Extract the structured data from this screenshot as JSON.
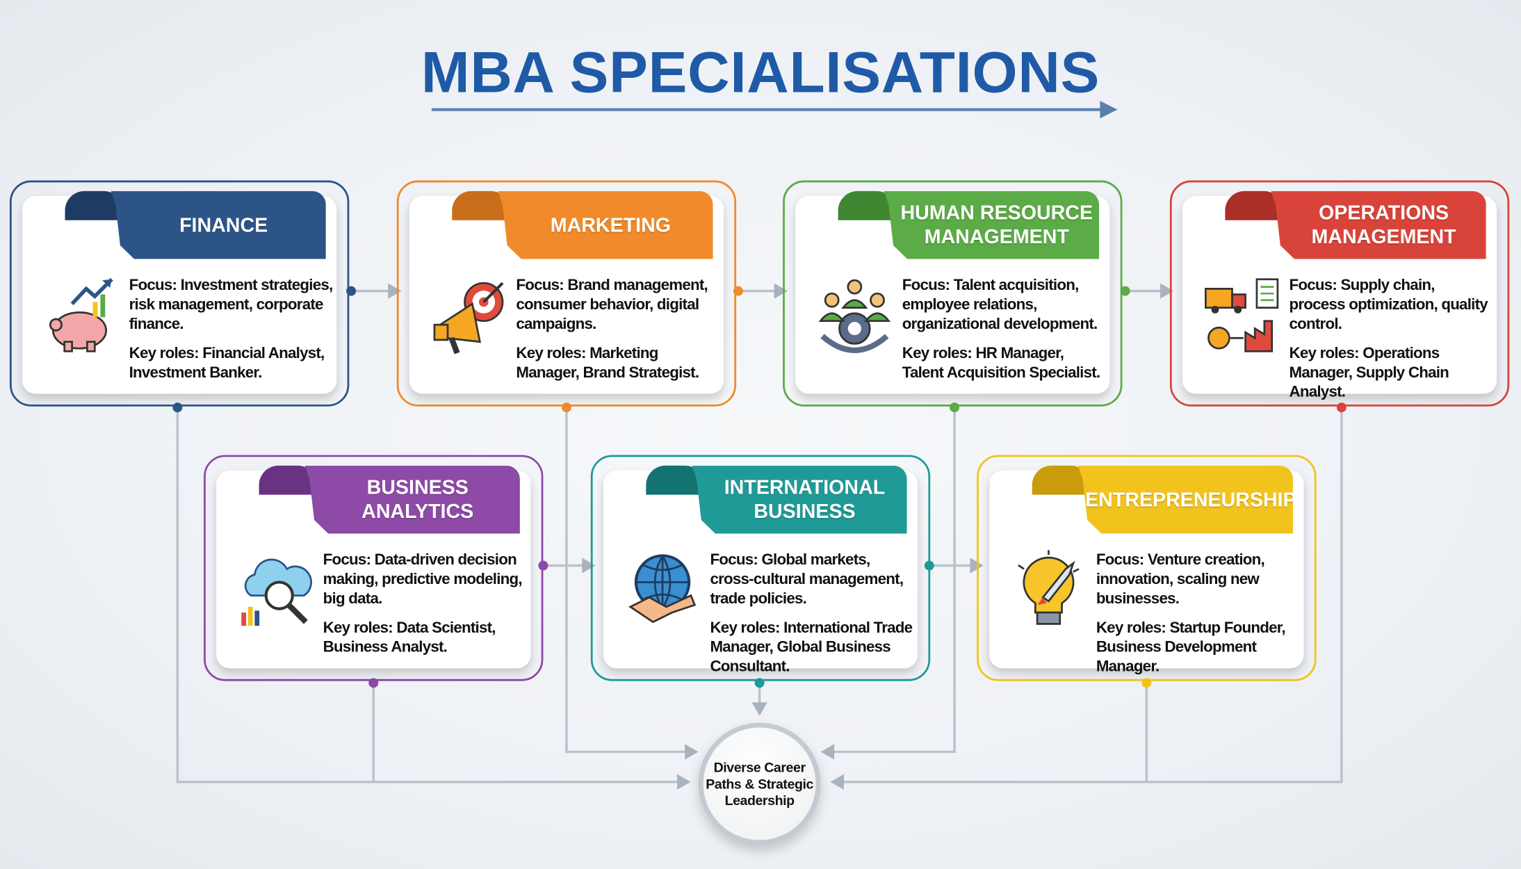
{
  "title": "MBA SPECIALISATIONS",
  "colors": {
    "title": "#1f5aa6",
    "connector": "#b9c2cc"
  },
  "cards": [
    {
      "id": "finance",
      "title": "FINANCE",
      "color": "#2c5487",
      "dark": "#1e3c63",
      "icon": "piggy-bank-chart-icon",
      "focus": "Focus: Investment strategies, risk management, corporate finance.",
      "roles": "Key roles: Financial Analyst, Investment Banker."
    },
    {
      "id": "marketing",
      "title": "MARKETING",
      "color": "#f08a2a",
      "dark": "#c86d1a",
      "icon": "megaphone-target-icon",
      "focus": "Focus: Brand management, consumer behavior, digital campaigns.",
      "roles": "Key roles: Marketing Manager, Brand Strategist."
    },
    {
      "id": "hr",
      "title": "HUMAN RESOURCE MANAGEMENT",
      "color": "#5bab47",
      "dark": "#3f8631",
      "icon": "people-gear-icon",
      "focus": "Focus: Talent acquisition, employee relations, organizational development.",
      "roles": "Key roles: HR Manager, Talent Acquisition Specialist."
    },
    {
      "id": "operations",
      "title": "OPERATIONS MANAGEMENT",
      "color": "#d9443a",
      "dark": "#a92f27",
      "icon": "supply-chain-icon",
      "focus": "Focus: Supply chain, process optimization, quality control.",
      "roles": "Key roles: Operations Manager, Supply Chain Analyst."
    },
    {
      "id": "analytics",
      "title": "BUSINESS ANALYTICS",
      "color": "#8d4aa6",
      "dark": "#6a3282",
      "icon": "cloud-analytics-icon",
      "focus": "Focus: Data-driven decision making, predictive modeling, big data.",
      "roles": "Key roles: Data Scientist, Business Analyst."
    },
    {
      "id": "international",
      "title": "INTERNATIONAL BUSINESS",
      "color": "#1f9a97",
      "dark": "#137372",
      "icon": "globe-handshake-icon",
      "focus": "Focus: Global markets, cross-cultural management, trade policies.",
      "roles": "Key roles: International Trade Manager, Global Business Consultant."
    },
    {
      "id": "entrepreneurship",
      "title": "ENTREPRENEURSHIP",
      "color": "#f2c31c",
      "dark": "#c99c0c",
      "icon": "lightbulb-rocket-icon",
      "focus": "Focus: Venture creation, innovation, scaling new businesses.",
      "roles": "Key roles: Startup Founder, Business Development Manager."
    }
  ],
  "hub": {
    "label": "Diverse Career Paths & Strategic Leadership"
  }
}
